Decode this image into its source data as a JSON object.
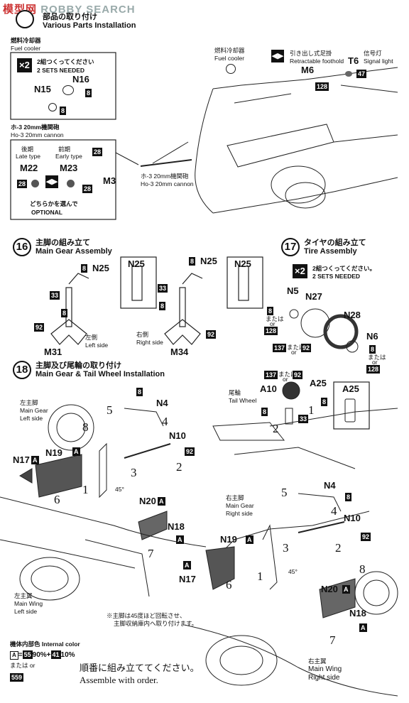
{
  "watermark": {
    "left": "模型网",
    "right": "ROBBY SEARCH"
  },
  "step15": {
    "title_jp": "部品の取り付け",
    "title_en": "Various Parts Installation"
  },
  "fuel_cooler_box": {
    "jp": "燃料冷却器",
    "en": "Fuel cooler",
    "multiplier": "×2",
    "needed_jp": "2組つくってください",
    "needed_en": "2 SETS NEEDED",
    "parts": [
      "N15",
      "N16"
    ],
    "color": "8"
  },
  "cannon_box": {
    "jp": "ホ-3 20mm機関砲",
    "en": "Ho-3 20mm cannon",
    "late_jp": "後期",
    "late_en": "Late type",
    "early_jp": "前期",
    "early_en": "Early type",
    "parts": [
      "M22",
      "M23",
      "M3"
    ],
    "colors": [
      "28",
      "28",
      "28"
    ],
    "optional_jp": "どちらかを選んで",
    "optional_en": "OPTIONAL"
  },
  "step15_callouts": {
    "fuel_cooler_jp": "燃料冷却器",
    "fuel_cooler_en": "Fuel cooler",
    "foothold_jp": "引き出し式足掛",
    "foothold_en": "Retractable foothold",
    "foothold_part": "M6",
    "foothold_color": "128",
    "signal_part": "T6",
    "signal_jp": "信号灯",
    "signal_en": "Signal light",
    "signal_color": "47",
    "cannon_jp": "ホ-3 20mm機関砲",
    "cannon_en": "Ho-3 20mm cannon"
  },
  "step16": {
    "num": "16",
    "title_jp": "主脚の組み立て",
    "title_en": "Main Gear Assembly",
    "left": {
      "part_top": "N25",
      "part_bottom": "M31",
      "colors": [
        "8",
        "33",
        "8",
        "92"
      ],
      "side_jp": "左側",
      "side_en": "Left side",
      "detail": "N25"
    },
    "right": {
      "part_top": "N25",
      "part_bottom": "M34",
      "colors": [
        "8",
        "33",
        "8",
        "92"
      ],
      "side_jp": "右側",
      "side_en": "Right side",
      "detail": "N25"
    }
  },
  "step17": {
    "num": "17",
    "title_jp": "タイヤの組み立て",
    "title_en": "Tire Assembly",
    "multiplier": "×2",
    "needed_jp": "2組つくってください。",
    "needed_en": "2 SETS NEEDED",
    "parts": [
      "N5",
      "N27",
      "N28",
      "N6"
    ],
    "or_jp": "または",
    "or_en": "or",
    "c8": "8",
    "c128": "128",
    "c137": "137",
    "c92": "92"
  },
  "step18": {
    "num": "18",
    "title_jp": "主脚及び尾輪の取り付け",
    "title_en": "Main Gear & Tail Wheel Installation",
    "left_gear_jp": "左主脚",
    "left_gear_en1": "Main Gear",
    "left_gear_en2": "Left side",
    "right_gear_jp": "右主脚",
    "right_gear_en1": "Main Gear",
    "right_gear_en2": "Right side",
    "tail_jp": "尾輪",
    "tail_en": "Tail Wheel",
    "left_wing_jp": "左主翼",
    "left_wing_en1": "Main Wing",
    "left_wing_en2": "Left side",
    "right_wing_jp": "右主翼",
    "right_wing_en1": "Main Wing",
    "right_wing_en2": "Right side",
    "parts_left": [
      "N4",
      "N10",
      "N17",
      "N19",
      "N20",
      "N18"
    ],
    "parts_right": [
      "N4",
      "N10",
      "N19",
      "N17",
      "N20",
      "N18"
    ],
    "tail_parts": [
      "A10",
      "A25",
      "A25"
    ],
    "seq": [
      "1",
      "2",
      "3",
      "4",
      "5",
      "6",
      "7",
      "8"
    ],
    "angle": "45°",
    "badges": {
      "b8": "8",
      "b92": "92",
      "bA": "A",
      "b33": "33",
      "b137": "137"
    },
    "note1": "※主脚は45度ほど回転させ、",
    "note2": "主脚収納庫内へ取り付けます。"
  },
  "internal_color": {
    "title_jp": "機体内部色",
    "title_en": "Internal color",
    "a": "A",
    "c55": "55",
    "p90": "90%",
    "plus": "+",
    "c41": "41",
    "p10": "10%",
    "or_jp": "または",
    "or_en": "or",
    "alt": "559"
  },
  "footer": {
    "jp": "順番に組み立ててください。",
    "en": "Assemble with order."
  }
}
